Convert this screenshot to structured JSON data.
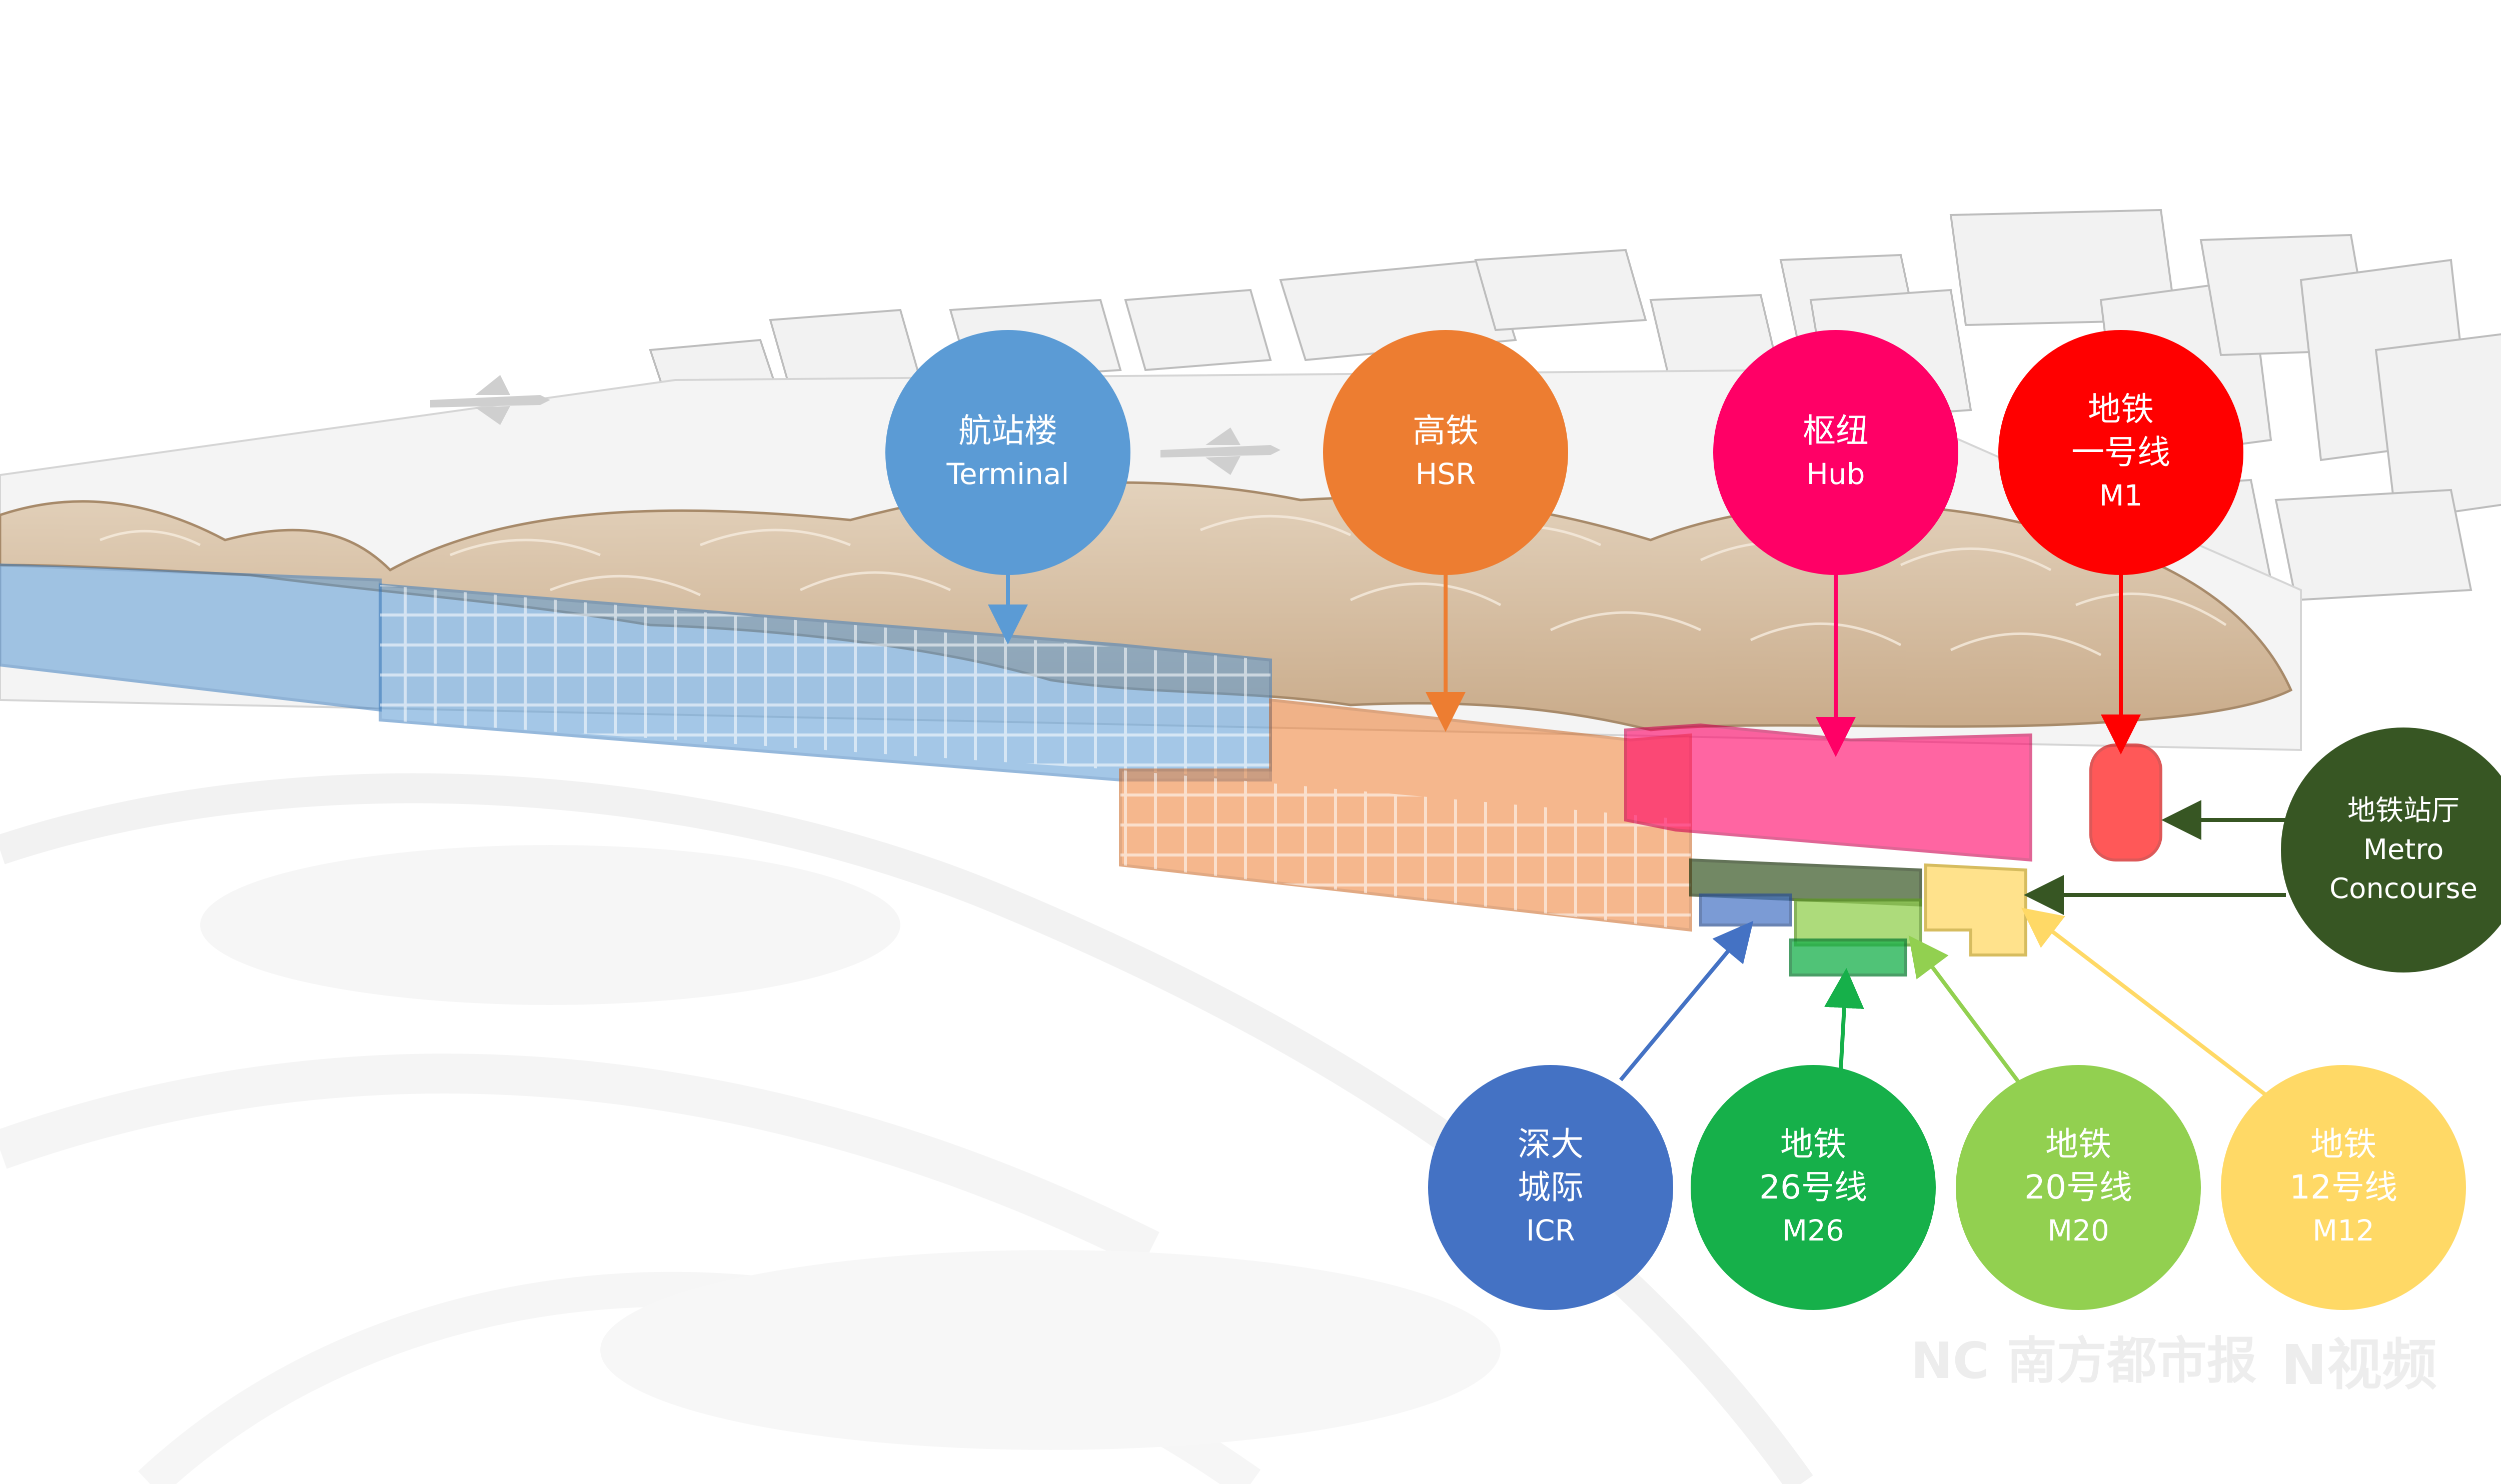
{
  "colors": {
    "terminal": "#5b9bd5",
    "hsr": "#ed7d31",
    "hub": "#ff0066",
    "m1": "#ff0000",
    "metro_concourse": "#375623",
    "icr": "#4472c4",
    "m26": "#16b04a",
    "m20": "#92d050",
    "m12": "#ffd966"
  },
  "labels": {
    "terminal": {
      "line1": "航站楼",
      "line2": "Terminal"
    },
    "hsr": {
      "line1": "高铁",
      "line2": "HSR"
    },
    "hub": {
      "line1": "枢纽",
      "line2": "Hub"
    },
    "m1": {
      "line1": "地铁",
      "line2": "一号线",
      "line3": "M1"
    },
    "metro_concourse": {
      "line1": "地铁站厅",
      "line2": "Metro",
      "line3": "Concourse"
    },
    "icr": {
      "line1": "深大",
      "line2": "城际",
      "line3": "ICR"
    },
    "m26": {
      "line1": "地铁",
      "line2": "26号线",
      "line3": "M26"
    },
    "m20": {
      "line1": "地铁",
      "line2": "20号线",
      "line3": "M20"
    },
    "m12": {
      "line1": "地铁",
      "line2": "12号线",
      "line3": "M12"
    }
  },
  "watermarks": {
    "left": "NC 南方都市报",
    "right": "N视频"
  }
}
